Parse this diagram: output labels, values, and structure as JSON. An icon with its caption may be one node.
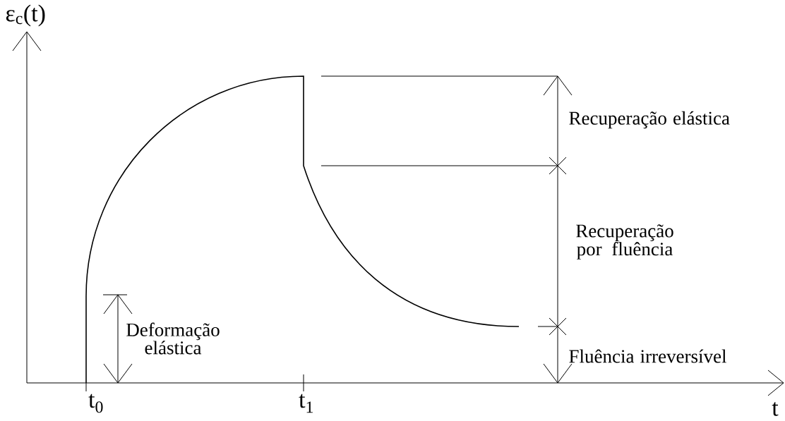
{
  "diagram": {
    "labels": [
      "ε$_{c}$(t)",
      "Recuperação elástica",
      "Recuperação por fluência",
      "Deformação elástica",
      "Fluência irreversível",
      "t$_{0}$",
      "t$_{1}$",
      "t"
    ]
  }
}
